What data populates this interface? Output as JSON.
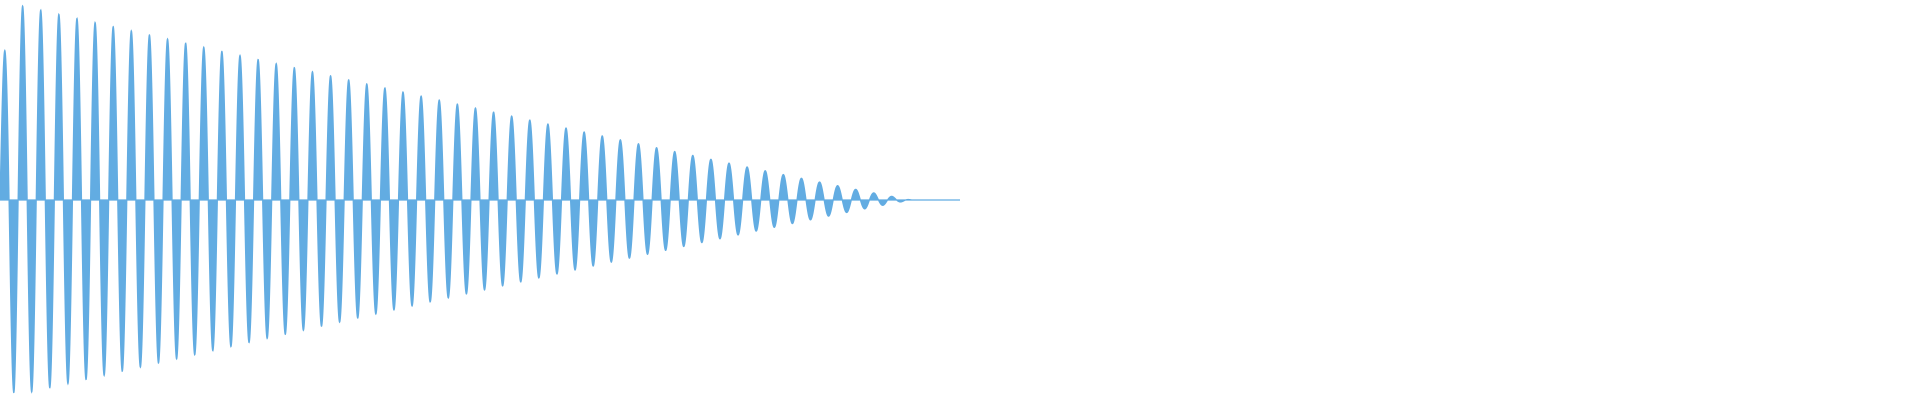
{
  "waveform": {
    "color": "#62ace2",
    "background": "#ffffff",
    "shape": "decaying-oscillation",
    "cycles": 53,
    "decay_end_fraction": 0.95
  }
}
